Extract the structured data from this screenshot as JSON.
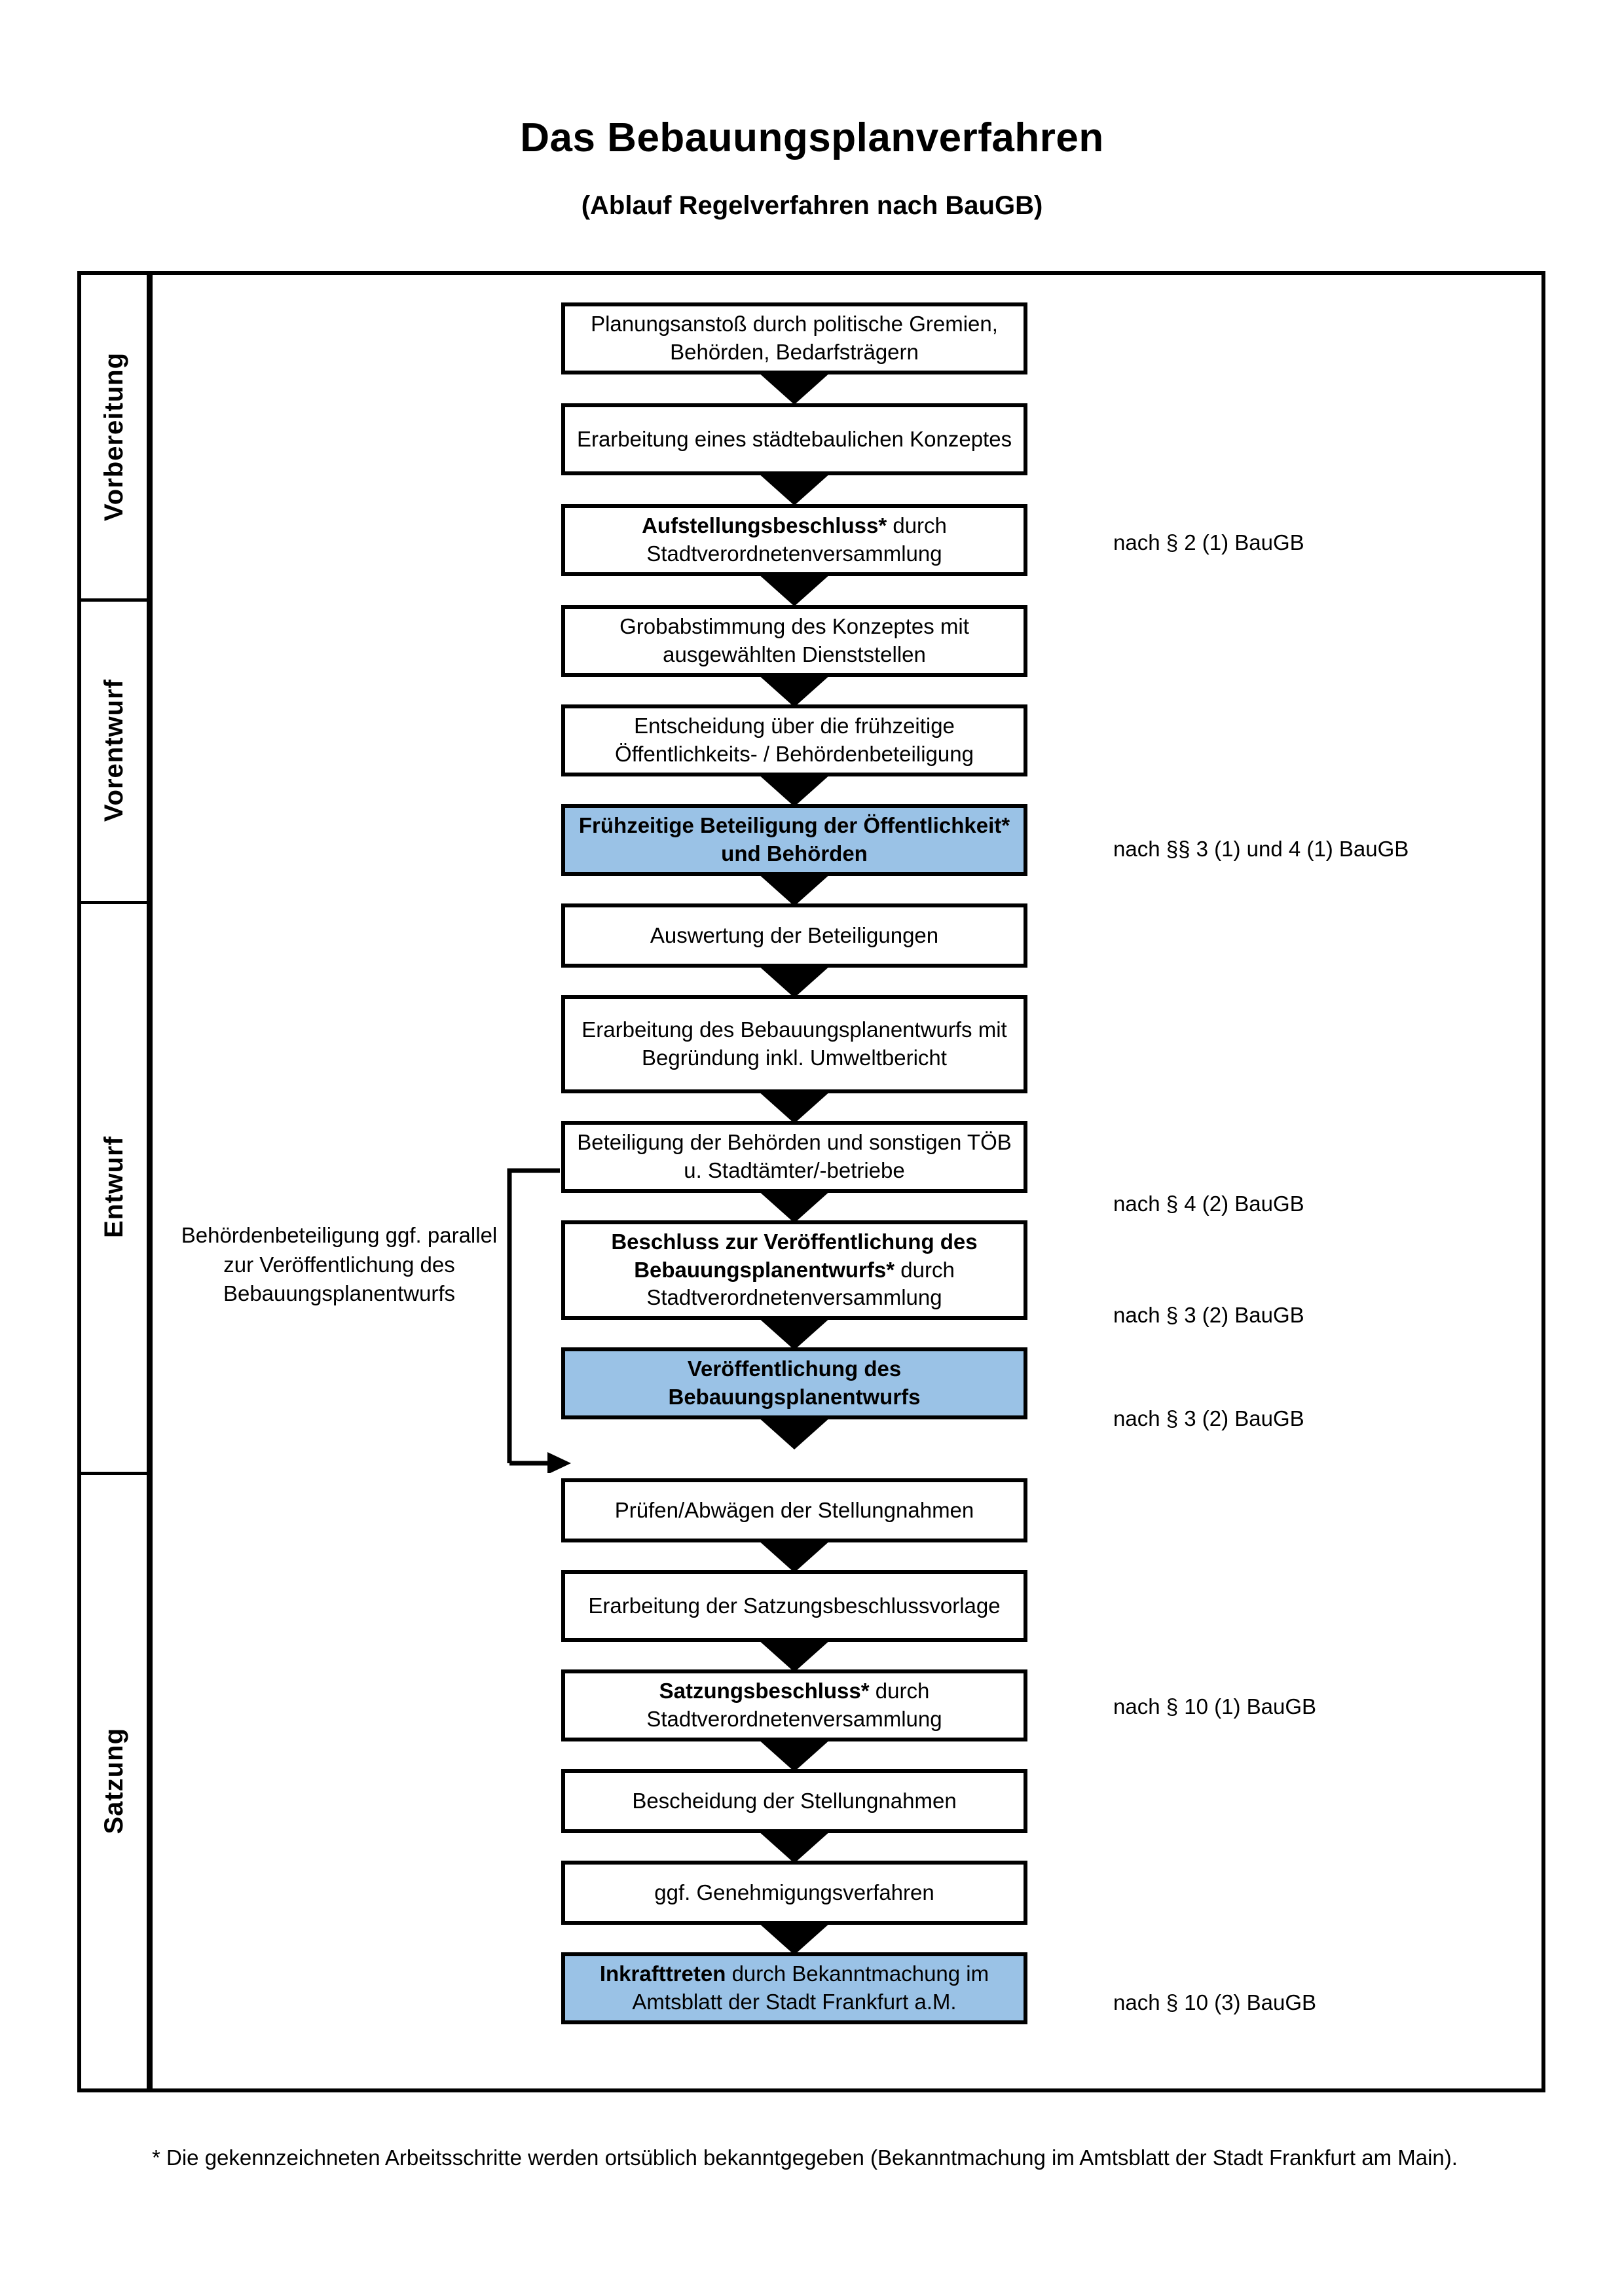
{
  "header": {
    "title": "Das Bebauungsplanverfahren",
    "subtitle": "(Ablauf Regelverfahren nach BauGB)"
  },
  "phases": [
    {
      "id": "vorbereitung",
      "label": "Vorbereitung",
      "fill": "#f1f1f1"
    },
    {
      "id": "vorentwurf",
      "label": "Vorentwurf",
      "fill": "#e5e5e5"
    },
    {
      "id": "entwurf",
      "label": "Entwurf",
      "fill": "#d5d5d5"
    },
    {
      "id": "satzung",
      "label": "Satzung",
      "fill": "#bfbfbf"
    }
  ],
  "colors": {
    "highlight_blue": "#9ac2e6",
    "box_white": "#ffffff",
    "line_black": "#000000"
  },
  "nodes": [
    {
      "id": "n1",
      "phase": "vorbereitung",
      "highlight": false,
      "bold_prefix": "",
      "text": "Planungsanstoß durch politische Gremien, Behörden, Bedarfsträgern"
    },
    {
      "id": "n2",
      "phase": "vorbereitung",
      "highlight": false,
      "bold_prefix": "",
      "text": "Erarbeitung eines städtebaulichen Konzeptes"
    },
    {
      "id": "n3",
      "phase": "vorbereitung",
      "highlight": false,
      "bold_prefix": "Aufstellungsbeschluss*",
      "text": " durch Stadtverordnetenversammlung"
    },
    {
      "id": "n4",
      "phase": "vorentwurf",
      "highlight": false,
      "bold_prefix": "",
      "text": "Grobabstimmung des Konzeptes mit ausgewählten Dienststellen"
    },
    {
      "id": "n5",
      "phase": "vorentwurf",
      "highlight": false,
      "bold_prefix": "",
      "text": "Entscheidung über die frühzeitige Öffentlichkeits- / Behördenbeteiligung"
    },
    {
      "id": "n6",
      "phase": "vorentwurf",
      "highlight": true,
      "bold_prefix": "Frühzeitige Beteiligung der Öffentlichkeit* und Behörden",
      "text": ""
    },
    {
      "id": "n7",
      "phase": "entwurf",
      "highlight": false,
      "bold_prefix": "",
      "text": "Auswertung der Beteiligungen"
    },
    {
      "id": "n8",
      "phase": "entwurf",
      "highlight": false,
      "bold_prefix": "",
      "text": "Erarbeitung des Bebauungsplanentwurfs mit Begründung inkl. Umweltbericht"
    },
    {
      "id": "n9",
      "phase": "entwurf",
      "highlight": false,
      "bold_prefix": "",
      "text": "Beteiligung der Behörden und sonstigen TÖB u. Stadtämter/-betriebe"
    },
    {
      "id": "n10",
      "phase": "entwurf",
      "highlight": false,
      "bold_prefix": "Beschluss zur Veröffentlichung des Bebauungsplanentwurfs*",
      "text": " durch Stadtverordnetenversammlung"
    },
    {
      "id": "n11",
      "phase": "entwurf",
      "highlight": true,
      "bold_prefix": "Veröffentlichung des Bebauungsplanentwurfs",
      "text": ""
    },
    {
      "id": "n12",
      "phase": "satzung",
      "highlight": false,
      "bold_prefix": "",
      "text": "Prüfen/Abwägen der Stellungnahmen"
    },
    {
      "id": "n13",
      "phase": "satzung",
      "highlight": false,
      "bold_prefix": "",
      "text": "Erarbeitung der Satzungsbeschlussvorlage"
    },
    {
      "id": "n14",
      "phase": "satzung",
      "highlight": false,
      "bold_prefix": "Satzungsbeschluss*",
      "text": " durch Stadtverordnetenversammlung"
    },
    {
      "id": "n15",
      "phase": "satzung",
      "highlight": false,
      "bold_prefix": "",
      "text": "Bescheidung der Stellungnahmen"
    },
    {
      "id": "n16",
      "phase": "satzung",
      "highlight": false,
      "bold_prefix": "",
      "text": "ggf. Genehmigungsverfahren"
    },
    {
      "id": "n17",
      "phase": "satzung",
      "highlight": true,
      "bold_prefix": "Inkrafttreten",
      "text": " durch Bekanntmachung im Amtsblatt der Stadt Frankfurt a.M."
    }
  ],
  "notes": [
    {
      "id": "note1",
      "text": "nach § 2 (1) BauGB",
      "for": "n3"
    },
    {
      "id": "note2",
      "text": "nach §§ 3 (1) und 4 (1) BauGB",
      "for": "n6"
    },
    {
      "id": "note3",
      "text": "nach § 4 (2) BauGB",
      "for": "n9"
    },
    {
      "id": "note4",
      "text": "nach § 3 (2) BauGB",
      "for": "n10"
    },
    {
      "id": "note5",
      "text": "nach § 3 (2) BauGB",
      "for": "n11"
    },
    {
      "id": "note6",
      "text": "nach § 10 (1) BauGB",
      "for": "n14"
    },
    {
      "id": "note7",
      "text": "nach § 10 (3) BauGB",
      "for": "n17"
    }
  ],
  "side_note": "Behördenbeteiligung ggf. parallel zur Veröffentlichung des Bebauungsplanentwurfs",
  "footnote": "* Die gekennzeichneten Arbeitsschritte werden ortsüblich bekanntgegeben (Bekanntmachung im Amtsblatt  der Stadt Frankfurt am Main).",
  "chart_data": {
    "type": "diagram",
    "title": "Das Bebauungsplanverfahren",
    "subtitle": "(Ablauf Regelverfahren nach BauGB)",
    "swimlanes": [
      "Vorbereitung",
      "Vorentwurf",
      "Entwurf",
      "Satzung"
    ],
    "step_count": 17,
    "highlighted_steps": [
      "Frühzeitige Beteiligung der Öffentlichkeit* und Behörden",
      "Veröffentlichung des Bebauungsplanentwurfs",
      "Inkrafttreten durch Bekanntmachung im Amtsblatt der Stadt Frankfurt a.M."
    ],
    "legal_references": [
      "§ 2 (1) BauGB",
      "§§ 3 (1) und 4 (1) BauGB",
      "§ 4 (2) BauGB",
      "§ 3 (2) BauGB",
      "§ 3 (2) BauGB",
      "§ 10 (1) BauGB",
      "§ 10 (3) BauGB"
    ]
  }
}
